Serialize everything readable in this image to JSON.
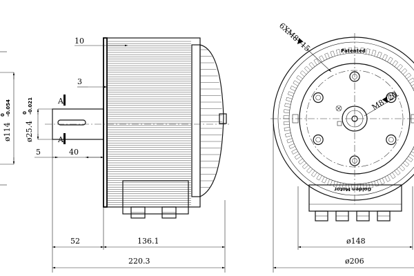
{
  "side_view": {
    "callout_top": "10",
    "callout_mid": "3",
    "section_mark": "A",
    "dia_housing": "ø114",
    "dia_housing_tol_upper": "0",
    "dia_housing_tol_lower": "-0.054",
    "dia_shaft": "ø25.4",
    "dia_shaft_tol_upper": "0",
    "dia_shaft_tol_lower": "-0.021",
    "key_width": "5",
    "shaft_len": "40",
    "dim_52": "52",
    "dim_136": "136.1",
    "dim_total": "220.3"
  },
  "front_view": {
    "holes_label": "6XM8▼15",
    "center_hole_label": "M8▼20",
    "patent_text": "Patented",
    "brand_text": "Golden Motor",
    "dim_148": "ø148",
    "dim_206": "ø206"
  }
}
